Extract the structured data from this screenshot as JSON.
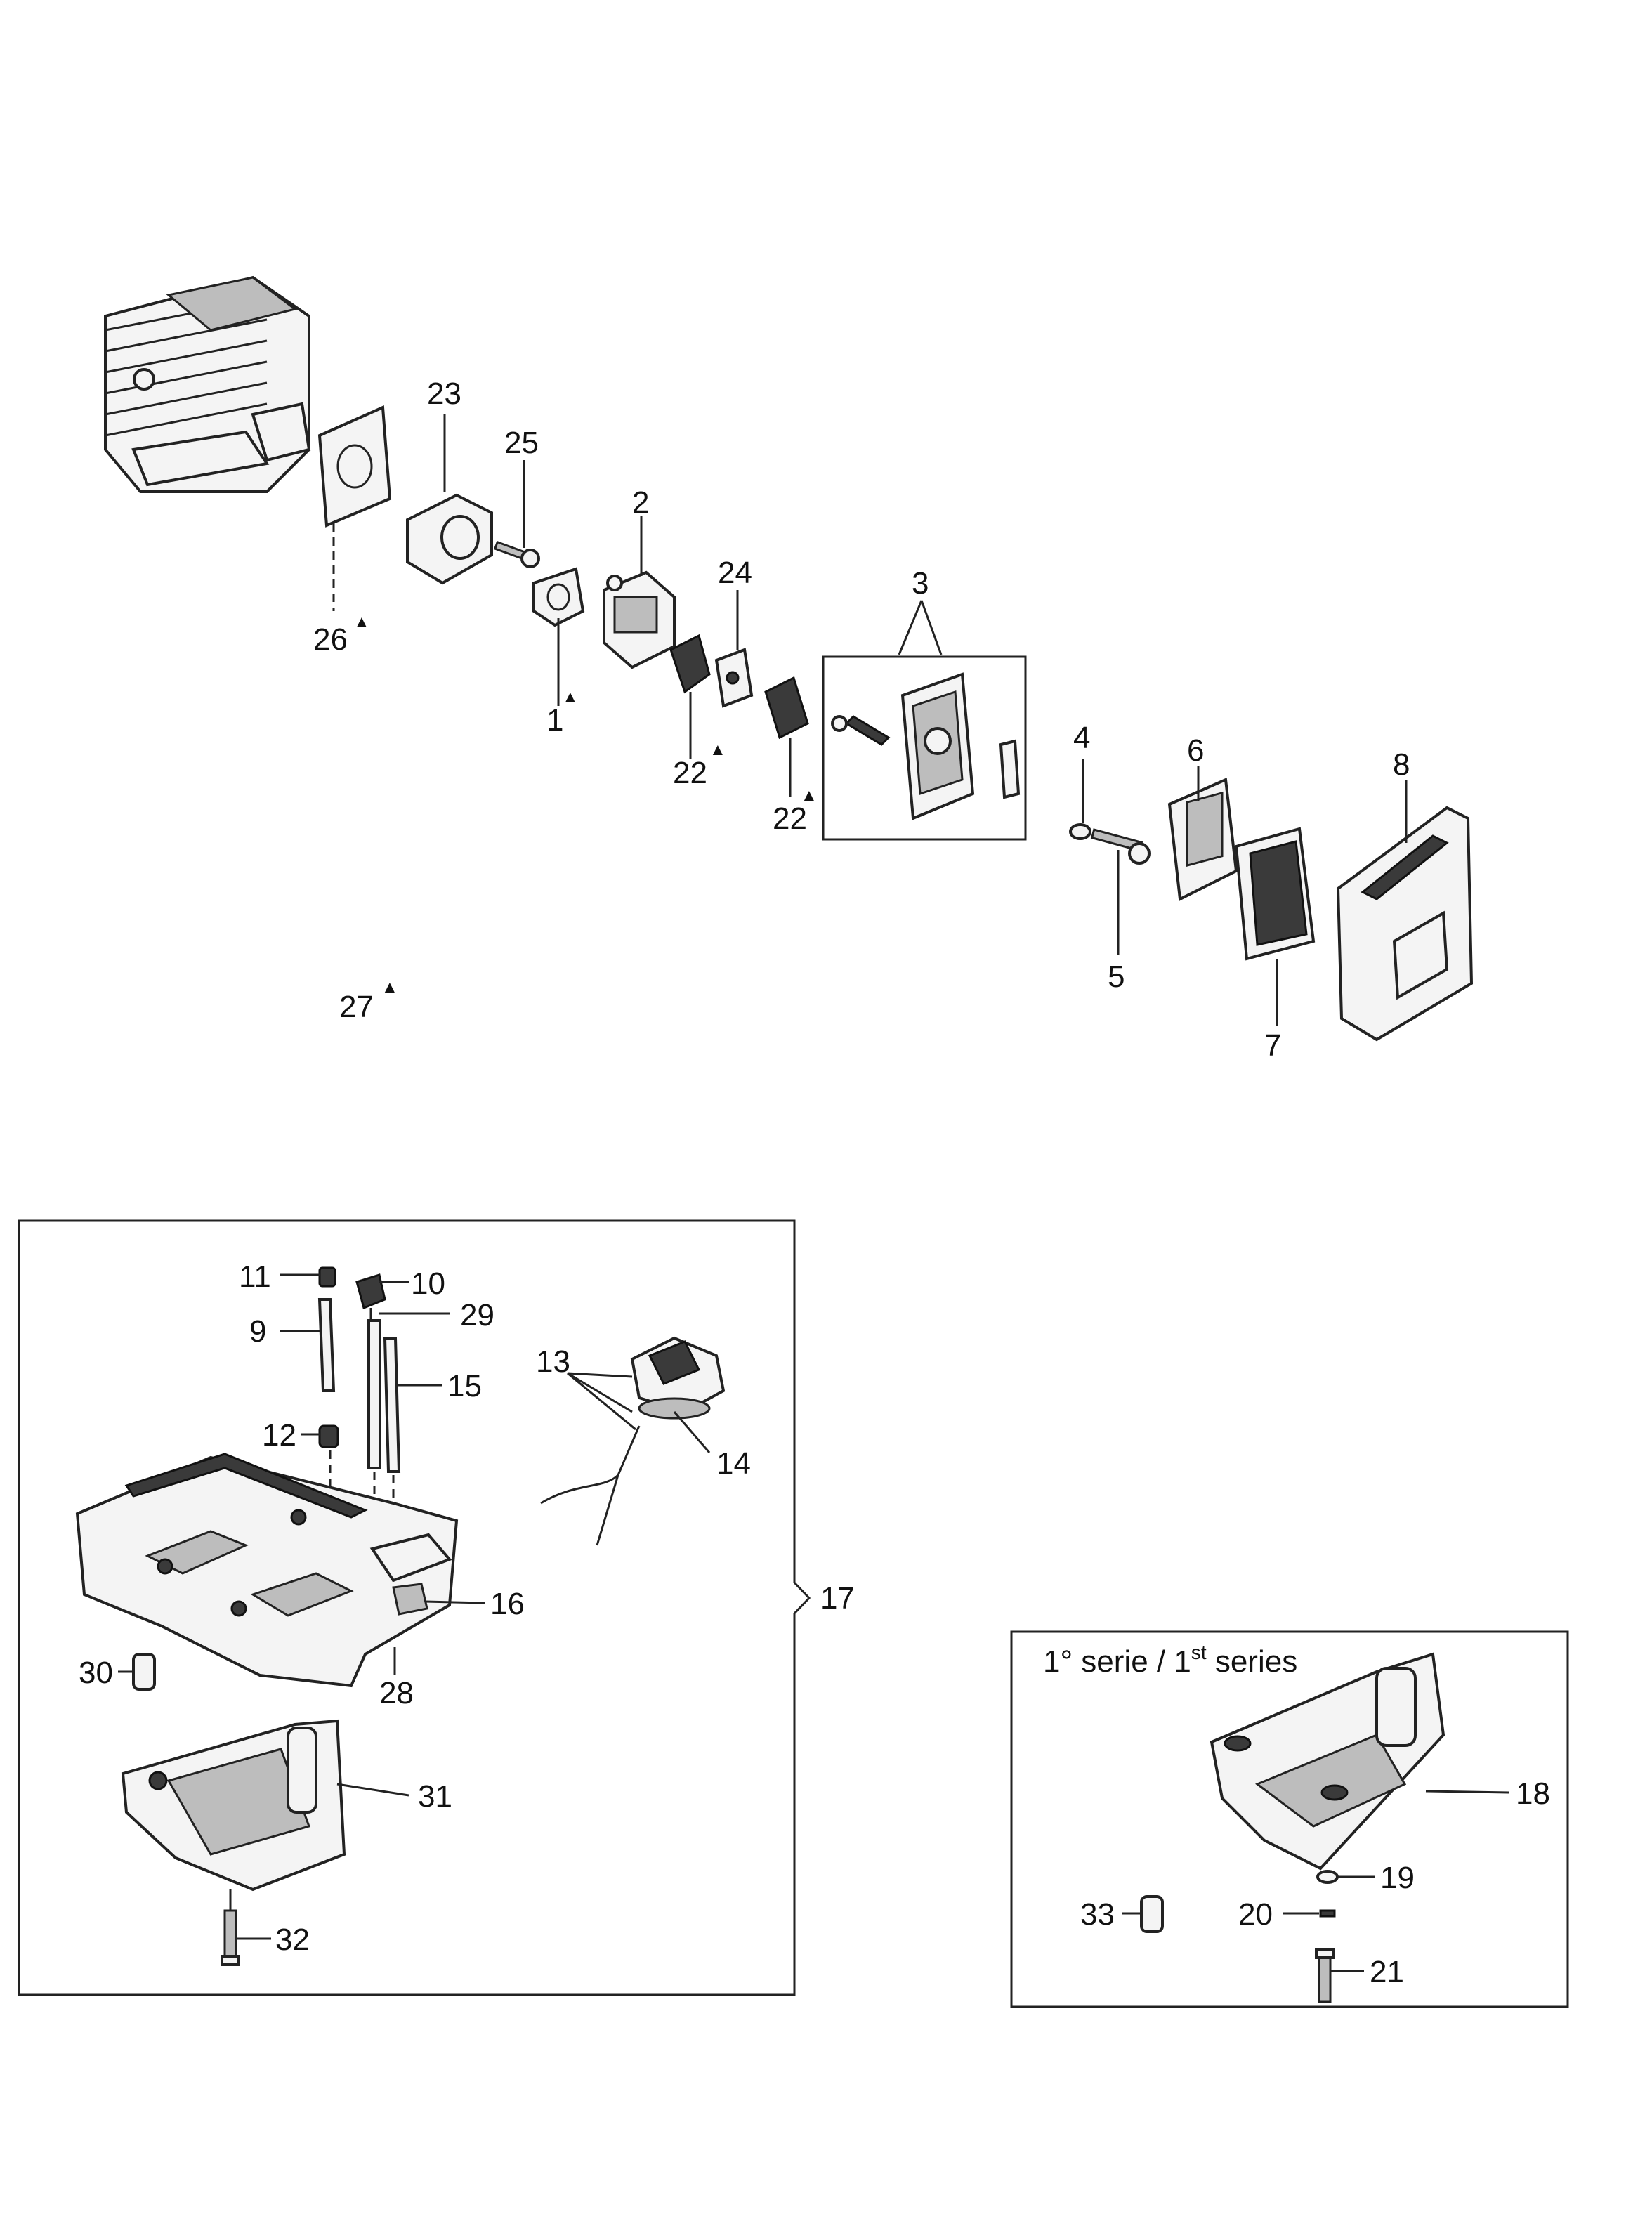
{
  "labels": {
    "p1": "1",
    "p2": "2",
    "p3": "3",
    "p4": "4",
    "p5": "5",
    "p6": "6",
    "p7": "7",
    "p8": "8",
    "p9": "9",
    "p10": "10",
    "p11": "11",
    "p12": "12",
    "p13": "13",
    "p14": "14",
    "p15": "15",
    "p16": "16",
    "p17": "17",
    "p18": "18",
    "p19": "19",
    "p20": "20",
    "p21": "21",
    "p22": "22",
    "p23": "23",
    "p24": "24",
    "p25": "25",
    "p26": "26",
    "p27": "27",
    "p28": "28",
    "p29": "29",
    "p30": "30",
    "p31": "31",
    "p32": "32",
    "p33": "33"
  },
  "marker": "▲",
  "series_box": {
    "title_pre": "1° serie / 1",
    "title_sup": "st",
    "title_post": " series"
  }
}
